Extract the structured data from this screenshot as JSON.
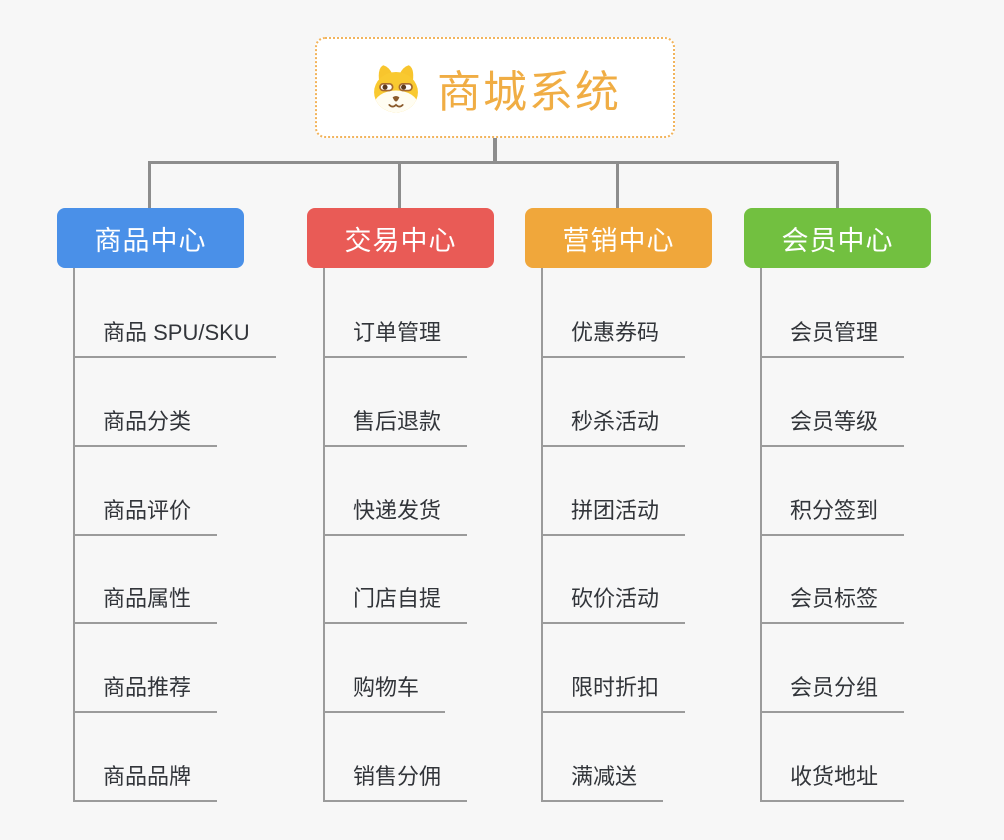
{
  "root": {
    "title": "商城系统",
    "icon": "shiba-dog-icon",
    "accent_color": "#F0AD44",
    "border_color": "#F2B45C"
  },
  "connector_color": "#8D8D8D",
  "branch_line_color": "#9B9B9B",
  "background_color": "#F7F7F7",
  "branches": [
    {
      "label": "商品中心",
      "color": "#4A90E8",
      "items": [
        "商品 SPU/SKU",
        "商品分类",
        "商品评价",
        "商品属性",
        "商品推荐",
        "商品品牌"
      ]
    },
    {
      "label": "交易中心",
      "color": "#E95B56",
      "items": [
        "订单管理",
        "售后退款",
        "快递发货",
        "门店自提",
        "购物车",
        "销售分佣"
      ]
    },
    {
      "label": "营销中心",
      "color": "#F0A73B",
      "items": [
        "优惠券码",
        "秒杀活动",
        "拼团活动",
        "砍价活动",
        "限时折扣",
        "满减送"
      ]
    },
    {
      "label": "会员中心",
      "color": "#72C040",
      "items": [
        "会员管理",
        "会员等级",
        "积分签到",
        "会员标签",
        "会员分组",
        "收货地址"
      ]
    }
  ]
}
